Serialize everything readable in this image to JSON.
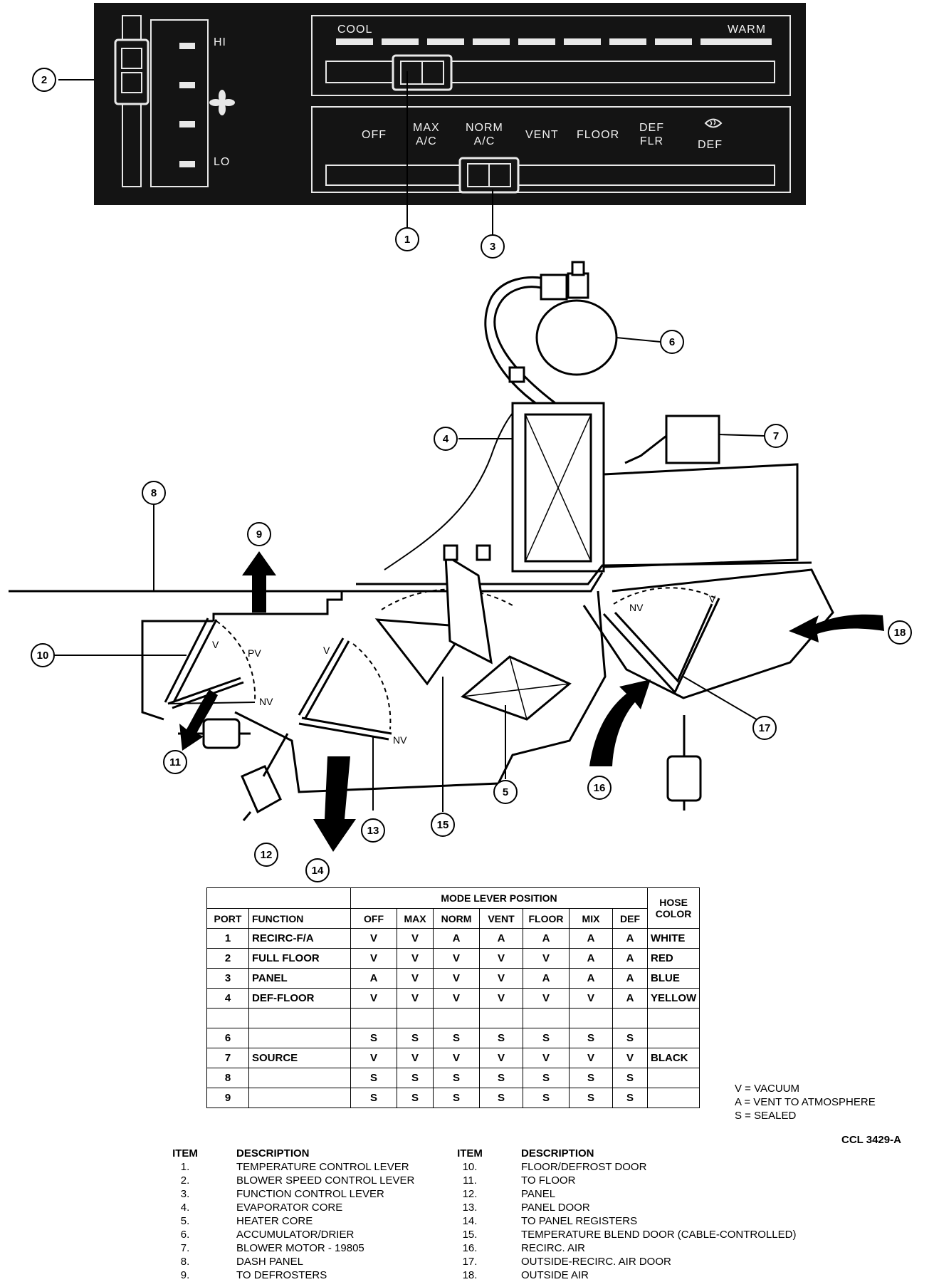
{
  "control_panel": {
    "blower": {
      "hi": "HI",
      "lo": "LO"
    },
    "temperature": {
      "cool": "COOL",
      "warm": "WARM"
    },
    "modes": [
      {
        "key": "off",
        "label": "OFF"
      },
      {
        "key": "max",
        "label": "MAX\nA/C"
      },
      {
        "key": "norm",
        "label": "NORM\nA/C"
      },
      {
        "key": "vent",
        "label": "VENT"
      },
      {
        "key": "floor",
        "label": "FLOOR"
      },
      {
        "key": "defflr",
        "label": "DEF\nFLR"
      },
      {
        "key": "def",
        "label": "DEF"
      }
    ]
  },
  "callouts": [
    "1",
    "2",
    "3",
    "4",
    "5",
    "6",
    "7",
    "8",
    "9",
    "10",
    "11",
    "12",
    "13",
    "14",
    "15",
    "16",
    "17",
    "18"
  ],
  "door_labels": {
    "floor_def_v": "V",
    "floor_def_pv": "PV",
    "floor_def_nv": "NV",
    "panel_v": "V",
    "panel_nv": "NV",
    "recirc_nv": "NV",
    "recirc_v": "V"
  },
  "table": {
    "group_header": "MODE LEVER POSITION",
    "columns": [
      "PORT",
      "FUNCTION",
      "OFF",
      "MAX",
      "NORM",
      "VENT",
      "FLOOR",
      "MIX",
      "DEF",
      "HOSE\nCOLOR"
    ],
    "rows": [
      [
        "1",
        "RECIRC-F/A",
        "V",
        "V",
        "A",
        "A",
        "A",
        "A",
        "A",
        "WHITE"
      ],
      [
        "2",
        "FULL FLOOR",
        "V",
        "V",
        "V",
        "V",
        "V",
        "A",
        "A",
        "RED"
      ],
      [
        "3",
        "PANEL",
        "A",
        "V",
        "V",
        "V",
        "A",
        "A",
        "A",
        "BLUE"
      ],
      [
        "4",
        "DEF-FLOOR",
        "V",
        "V",
        "V",
        "V",
        "V",
        "V",
        "A",
        "YELLOW"
      ],
      [
        "",
        "",
        "",
        "",
        "",
        "",
        "",
        "",
        "",
        ""
      ],
      [
        "6",
        "",
        "S",
        "S",
        "S",
        "S",
        "S",
        "S",
        "S",
        ""
      ],
      [
        "7",
        "SOURCE",
        "V",
        "V",
        "V",
        "V",
        "V",
        "V",
        "V",
        "BLACK"
      ],
      [
        "8",
        "",
        "S",
        "S",
        "S",
        "S",
        "S",
        "S",
        "S",
        ""
      ],
      [
        "9",
        "",
        "S",
        "S",
        "S",
        "S",
        "S",
        "S",
        "S",
        ""
      ]
    ]
  },
  "legend": [
    "V = VACUUM",
    "A = VENT TO ATMOSPHERE",
    "S = SEALED"
  ],
  "figure_code": "CCL 3429-A",
  "items_header": {
    "item": "ITEM",
    "description": "DESCRIPTION"
  },
  "items_left": [
    {
      "num": "1.",
      "desc": "TEMPERATURE CONTROL LEVER"
    },
    {
      "num": "2.",
      "desc": "BLOWER SPEED CONTROL LEVER"
    },
    {
      "num": "3.",
      "desc": "FUNCTION CONTROL LEVER"
    },
    {
      "num": "4.",
      "desc": "EVAPORATOR CORE"
    },
    {
      "num": "5.",
      "desc": "HEATER CORE"
    },
    {
      "num": "6.",
      "desc": "ACCUMULATOR/DRIER"
    },
    {
      "num": "7.",
      "desc": "BLOWER MOTOR - 19805"
    },
    {
      "num": "8.",
      "desc": "DASH PANEL"
    },
    {
      "num": "9.",
      "desc": "TO DEFROSTERS"
    }
  ],
  "items_right": [
    {
      "num": "10.",
      "desc": "FLOOR/DEFROST DOOR"
    },
    {
      "num": "11.",
      "desc": "TO FLOOR"
    },
    {
      "num": "12.",
      "desc": "PANEL"
    },
    {
      "num": "13.",
      "desc": "PANEL DOOR"
    },
    {
      "num": "14.",
      "desc": "TO PANEL REGISTERS"
    },
    {
      "num": "15.",
      "desc": "TEMPERATURE BLEND DOOR (CABLE-CONTROLLED)"
    },
    {
      "num": "16.",
      "desc": "RECIRC. AIR"
    },
    {
      "num": "17.",
      "desc": "OUTSIDE-RECIRC. AIR DOOR"
    },
    {
      "num": "18.",
      "desc": "OUTSIDE AIR"
    }
  ]
}
